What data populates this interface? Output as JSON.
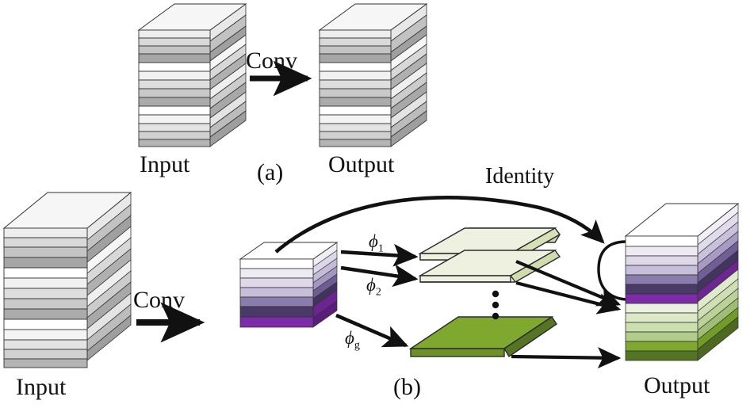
{
  "figure": {
    "title": "Convolution vs. grouped-filter residual block diagram",
    "panels": [
      {
        "id": "a",
        "caption": "(a)"
      },
      {
        "id": "b",
        "caption": "(b)"
      }
    ]
  },
  "labels": {
    "input_a": "Input",
    "output_a": "Output",
    "conv_a": "Conv",
    "panel_a": "(a)",
    "input_b": "Input",
    "output_b": "Output",
    "conv_b": "Conv",
    "panel_b": "(b)",
    "identity": "Identity",
    "phi_1_base": "ϕ",
    "phi_1_sub": "1",
    "phi_2_base": "ϕ",
    "phi_2_sub": "2",
    "phi_g_base": "ϕ",
    "phi_g_sub": "g",
    "ellipsis": "⋮"
  },
  "colors": {
    "stroke": "#1a1a1a",
    "arrow": "#111111",
    "gray_top": "#f4f4f4",
    "gray_side_dark": "#9a9a9a",
    "gray_side_light": "#e6e6e6",
    "purple_bright": "#7d2ba8",
    "purple_dark": "#4a3a68",
    "purple_mid": "#8b7cae",
    "purple_light": "#c6bfda",
    "purple_pale": "#ded8e9",
    "purple_faint": "#eeeaf3",
    "white": "#ffffff",
    "green_dark": "#567524",
    "green_olive": "#7fa82e",
    "green_mid": "#a8c47a",
    "green_light": "#c8daa8",
    "green_pale": "#dde8c8",
    "green_faint": "#eaf1de",
    "plate_top": "#eef1e0",
    "plate_side": "#cfdcae",
    "plate_edge": "#2b2b2b"
  },
  "stacks": {
    "input_a": {
      "name": "grayscale-feature-stack",
      "layer_count": 14,
      "layers": [
        "#e8e8e8",
        "#d4d4d4",
        "#c2c2c2",
        "#a8a8a8",
        "#ffffff",
        "#f0f0f0",
        "#dcdcdc",
        "#c8c8c8",
        "#ababab",
        "#ffffff",
        "#f2f2f2",
        "#e2e2e2",
        "#cfcfcf",
        "#b4b4b4"
      ]
    },
    "output_a": {
      "name": "grayscale-feature-stack",
      "layer_count": 14,
      "layers": [
        "#e8e8e8",
        "#d4d4d4",
        "#c2c2c2",
        "#a8a8a8",
        "#ffffff",
        "#f0f0f0",
        "#dcdcdc",
        "#c8c8c8",
        "#ababab",
        "#ffffff",
        "#f2f2f2",
        "#e2e2e2",
        "#cfcfcf",
        "#b4b4b4"
      ]
    },
    "input_b": {
      "name": "grayscale-feature-stack",
      "layer_count": 14,
      "layers": [
        "#e8e8e8",
        "#d4d4d4",
        "#c2c2c2",
        "#a8a8a8",
        "#ffffff",
        "#f0f0f0",
        "#dcdcdc",
        "#c8c8c8",
        "#ababab",
        "#ffffff",
        "#f2f2f2",
        "#e2e2e2",
        "#cfcfcf",
        "#b4b4b4"
      ]
    },
    "purple_b": {
      "name": "purple-feature-stack",
      "layer_count": 7,
      "layers": [
        "#ffffff",
        "#eeeaf3",
        "#ded8e9",
        "#c6bfda",
        "#8b7cae",
        "#4a3a68",
        "#7d2ba8"
      ]
    },
    "output_b": {
      "name": "output-feature-stack",
      "layer_count": 13,
      "layers": [
        "#ffffff",
        "#eeeaf3",
        "#ded8e9",
        "#c6bfda",
        "#8b7cae",
        "#4a3a68",
        "#7d2ba8",
        "#eaf1de",
        "#dde8c8",
        "#c8daa8",
        "#b6cf8f",
        "#7fa82e",
        "#567524"
      ],
      "purple_layer_count": 7,
      "green_layer_count": 6
    }
  },
  "plates": [
    {
      "name": "filter-plate-1",
      "fill": "#eef1e0",
      "side": "#cfdcae"
    },
    {
      "name": "filter-plate-2",
      "fill": "#eef1e0",
      "side": "#cfdcae"
    },
    {
      "name": "filter-plate-g",
      "fill": "#7fa82e",
      "side": "#567524"
    }
  ]
}
